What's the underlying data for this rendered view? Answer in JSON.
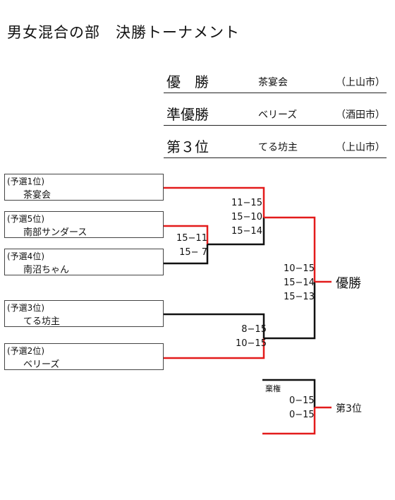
{
  "title": "男女混合の部　決勝トーナメント",
  "results": [
    {
      "label": "優　勝",
      "team": "茶宴会",
      "city": "（上山市）"
    },
    {
      "label": "準優勝",
      "team": "ベリーズ",
      "city": "（酒田市）"
    },
    {
      "label": "第３位",
      "team": "てる坊主",
      "city": "（上山市）"
    }
  ],
  "teams": [
    {
      "seed": "(予選1位)",
      "name": "茶宴会"
    },
    {
      "seed": "(予選5位)",
      "name": "南部サンダース"
    },
    {
      "seed": "(予選4位)",
      "name": "南沼ちゃん"
    },
    {
      "seed": "(予選3位)",
      "name": "てる坊主"
    },
    {
      "seed": "(予選2位)",
      "name": "ベリーズ"
    }
  ],
  "scores": {
    "first_round": [
      "15−11",
      "15−  7"
    ],
    "semi_top": [
      "11−15",
      "15−10",
      "15−14"
    ],
    "semi_bottom": [
      "8−15",
      "10−15"
    ],
    "final": [
      "10−15",
      "15−14",
      "15−13"
    ],
    "third_place": [
      "0−15",
      "0−15"
    ]
  },
  "third_place_note": "棄権",
  "champion_label": "優勝",
  "third_label": "第3位",
  "colors": {
    "winner_line": "#e31b1b",
    "loser_line": "#111111"
  }
}
